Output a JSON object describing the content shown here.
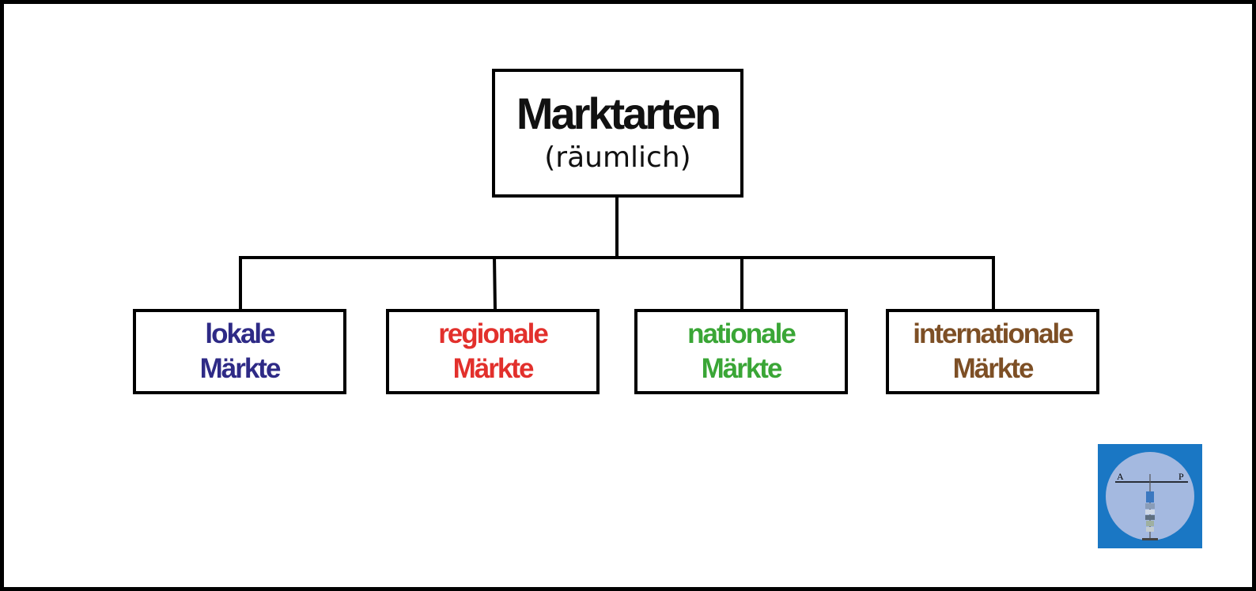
{
  "diagram": {
    "root": {
      "title": "Marktarten",
      "subtitle": "(räumlich)"
    },
    "children": [
      {
        "line1": "lokale",
        "line2": "Märkte",
        "color": "#2e2a86"
      },
      {
        "line1": "regionale",
        "line2": "Märkte",
        "color": "#e2302c"
      },
      {
        "line1": "nationale",
        "line2": "Märkte",
        "color": "#3aa636"
      },
      {
        "line1": "internationale",
        "line2": "Märkte",
        "color": "#7d4f25"
      }
    ],
    "logo": {
      "left_letter": "A",
      "right_letter": "P",
      "background_color": "#1a77c4",
      "circle_color": "#a4b9e0"
    }
  }
}
